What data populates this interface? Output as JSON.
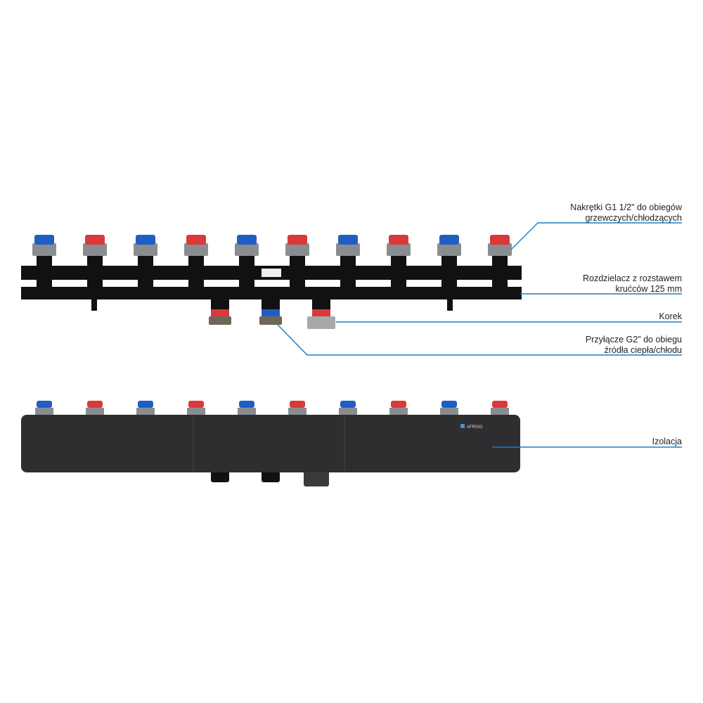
{
  "callouts": [
    {
      "line1": "Nakrętki G1 1/2\" do obiegów",
      "line2": "grzewczych/chłodzących"
    },
    {
      "line1": "Rozdzielacz z rozstawem",
      "line2": "krućców 125 mm"
    },
    {
      "line1": "Korek",
      "line2": ""
    },
    {
      "line1": "Przyłącze G2\" do obiegu",
      "line2": "źródła ciepła/chłodu"
    },
    {
      "line1": "Izolacja",
      "line2": ""
    }
  ],
  "logo": "AFRISO",
  "colors": {
    "leader": "#1a7fc1",
    "supply": "#d9393a",
    "return": "#1f5fc4",
    "steel": "#111111",
    "nut": "#8a8d90",
    "insulation": "#2e2e30"
  },
  "outlets": [
    "return",
    "supply",
    "return",
    "supply",
    "return",
    "supply",
    "return",
    "supply",
    "return",
    "supply"
  ]
}
